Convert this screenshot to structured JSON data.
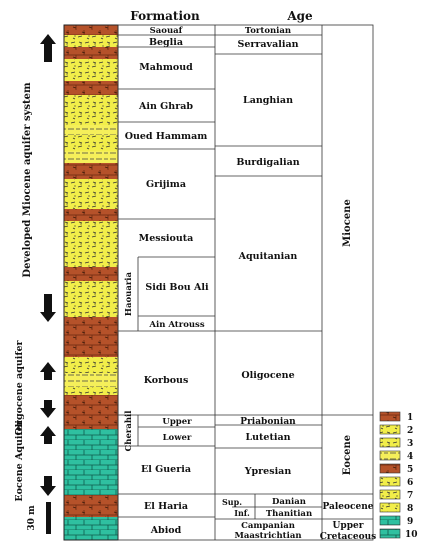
{
  "headers": {
    "formation": "Formation",
    "age": "Age"
  },
  "aquifers": {
    "miocene": "Developed Miocene aquifer system",
    "oligocene": "Oligocene aquifer",
    "eocene": "Eocene Aquifer"
  },
  "formations": [
    {
      "label": "Saouaf"
    },
    {
      "label": "Beglia"
    },
    {
      "label": "Mahmoud"
    },
    {
      "label": "Ain Ghrab"
    },
    {
      "label": "Oued Hammam"
    },
    {
      "label": "Grijima"
    },
    {
      "label": "Messiouta"
    },
    {
      "label": "Sidi Bou Ali"
    },
    {
      "label": "Ain Atrouss"
    },
    {
      "label": "Korbous"
    },
    {
      "label": "Upper"
    },
    {
      "label": "Lower"
    },
    {
      "label": "El Gueria"
    },
    {
      "label": "El Haria"
    },
    {
      "label": "Abiod"
    }
  ],
  "groups": {
    "haouaria": "Haouaria",
    "cherahil": "Cherahil"
  },
  "stages": [
    {
      "label": "Tortonian"
    },
    {
      "label": "Serravalian"
    },
    {
      "label": "Langhian"
    },
    {
      "label": "Burdigalian"
    },
    {
      "label": "Aquitanian"
    },
    {
      "label": "Oligocene"
    },
    {
      "label": "Priabonian"
    },
    {
      "label": "Lutetian"
    },
    {
      "label": "Ypresian"
    },
    {
      "label": "Danian"
    },
    {
      "label": "Thanitian"
    },
    {
      "label": "Campanian"
    },
    {
      "label": "Maastrichtian"
    }
  ],
  "sub_labels": {
    "sup": "Sup.",
    "inf": "Inf."
  },
  "epochs": {
    "miocene": "Miocene",
    "eocene": "Eocene",
    "paleocene": "Paleocene",
    "upper_cretaceous_1": "Upper",
    "upper_cretaceous_2": "Cretaceous"
  },
  "scale": "30 m",
  "legend": [
    {
      "number": "1",
      "color": "#b5522a"
    },
    {
      "number": "2",
      "color": "#f2ee4a"
    },
    {
      "number": "3",
      "color": "#f2ee4a"
    },
    {
      "number": "4",
      "color": "#f5ef5a"
    },
    {
      "number": "5",
      "color": "#b5522a"
    },
    {
      "number": "6",
      "color": "#f2ee4a"
    },
    {
      "number": "7",
      "color": "#f2ee4a"
    },
    {
      "number": "8",
      "color": "#f2ee4a"
    },
    {
      "number": "9",
      "color": "#2fc0a0"
    },
    {
      "number": "10",
      "color": "#2fc0a0"
    }
  ],
  "colors": {
    "brown": "#b5522a",
    "yellow": "#f2ee4a",
    "teal": "#2fc0a0"
  }
}
